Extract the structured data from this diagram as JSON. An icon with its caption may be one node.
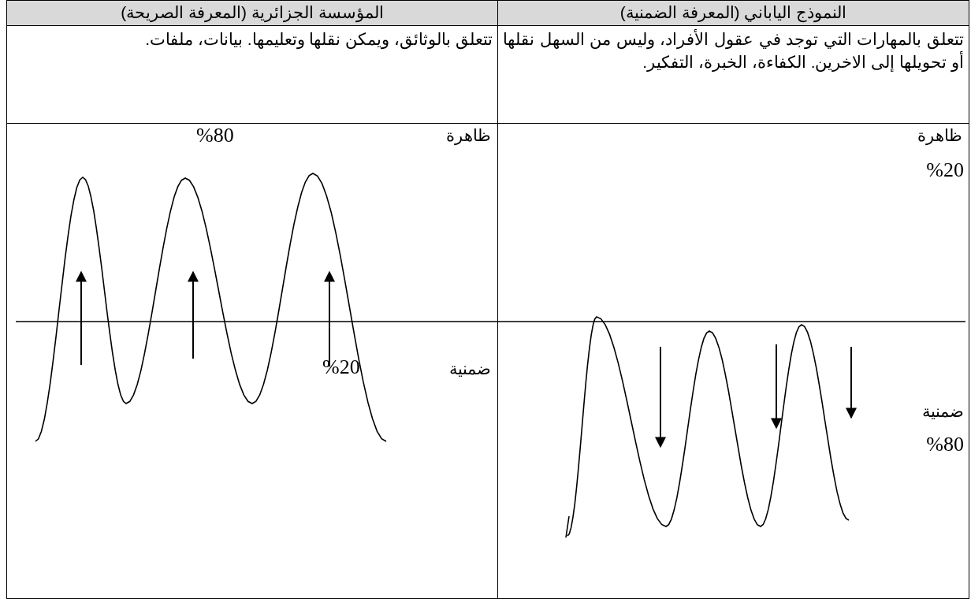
{
  "diagram": {
    "labels": [
      "النموذج الياباني (المعرفة الضمنية)",
      "المؤسسة الجزائرية (المعرفة الصريحة)",
      "تتعلق بالمهارات التي توجد في عقول الأفراد، وليس من السهل نقلها أو تحويلها إلى الاخرين. الكفاءة، الخبرة، التفكير.",
      "تتعلق بالوثائق، ويمكن نقلها وتعليمها. بيانات، ملفات.",
      "ظاهرة",
      "%20",
      "ضمنية",
      "%80",
      "ظاهرة",
      "%80",
      "ضمنية",
      "%20"
    ]
  }
}
